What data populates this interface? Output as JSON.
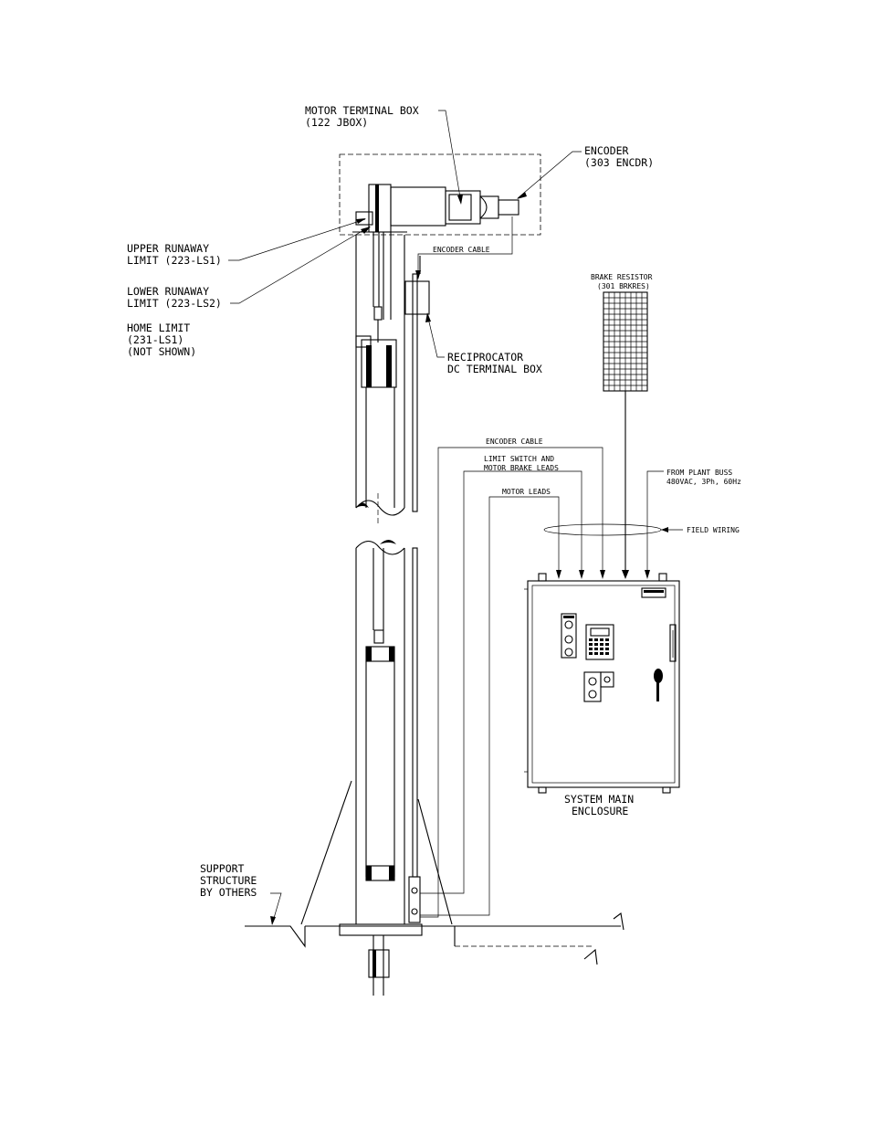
{
  "labels": {
    "motor_terminal_box_1": "MOTOR TERMINAL BOX",
    "motor_terminal_box_2": "(122 JBOX)",
    "encoder_1": "ENCODER",
    "encoder_2": "(303 ENCDR)",
    "encoder_cable_top": "ENCODER CABLE",
    "upper_runaway_1": "UPPER RUNAWAY",
    "upper_runaway_2": "LIMIT (223-LS1)",
    "lower_runaway_1": "LOWER RUNAWAY",
    "lower_runaway_2": "LIMIT (223-LS2)",
    "home_limit_1": "HOME LIMIT",
    "home_limit_2": "(231-LS1)",
    "home_limit_3": "(NOT SHOWN)",
    "brake_resistor_1": "BRAKE RESISTOR",
    "brake_resistor_2": "(301 BRKRES)",
    "reciprocator_1": "RECIPROCATOR",
    "reciprocator_2": "DC TERMINAL BOX",
    "encoder_cable_mid": "ENCODER CABLE",
    "limit_switch_1": "LIMIT SWITCH AND",
    "limit_switch_2": "MOTOR BRAKE LEADS",
    "motor_leads": "MOTOR LEADS",
    "plant_buss_1": "FROM PLANT BUSS",
    "plant_buss_2": "480VAC, 3Ph, 60Hz",
    "field_wiring": "FIELD WIRING",
    "system_main_1": "SYSTEM MAIN",
    "system_main_2": "ENCLOSURE",
    "support_1": "SUPPORT",
    "support_2": "STRUCTURE",
    "support_3": "BY OTHERS"
  }
}
